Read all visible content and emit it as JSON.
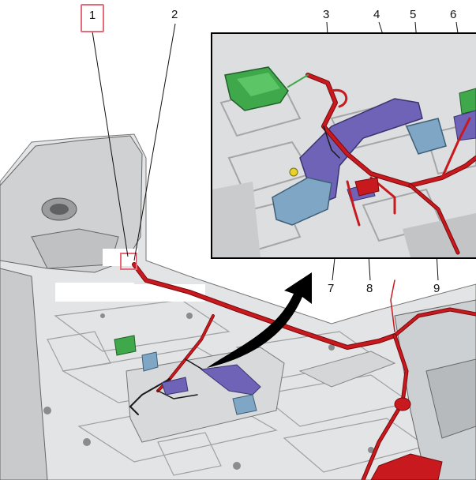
{
  "callouts": [
    {
      "id": 1,
      "label": "1",
      "highlighted": true
    },
    {
      "id": 2,
      "label": "2"
    },
    {
      "id": 3,
      "label": "3"
    },
    {
      "id": 4,
      "label": "4"
    },
    {
      "id": 5,
      "label": "5"
    },
    {
      "id": 6,
      "label": "6"
    },
    {
      "id": 7,
      "label": "7"
    },
    {
      "id": 8,
      "label": "8"
    },
    {
      "id": 9,
      "label": "9"
    }
  ],
  "colors": {
    "harness": "#c8191e",
    "component_green": "#3fa84a",
    "bracket_purple": "#6f63b8",
    "component_blue": "#7fa6c4",
    "highlight_box": "#e86a7a",
    "arrow": "#000000",
    "body_gray": "#d2d4d6"
  },
  "icons": [
    "curved-arrow-icon",
    "wiring-harness-diagram"
  ]
}
